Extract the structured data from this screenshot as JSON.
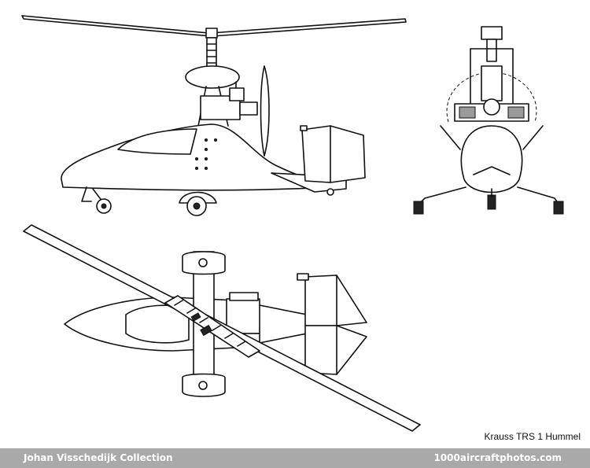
{
  "caption": "Krauss TRS 1 Hummel",
  "footer": {
    "left": "Johan Visschedijk Collection",
    "right": "1000aircraftphotos.com"
  }
}
